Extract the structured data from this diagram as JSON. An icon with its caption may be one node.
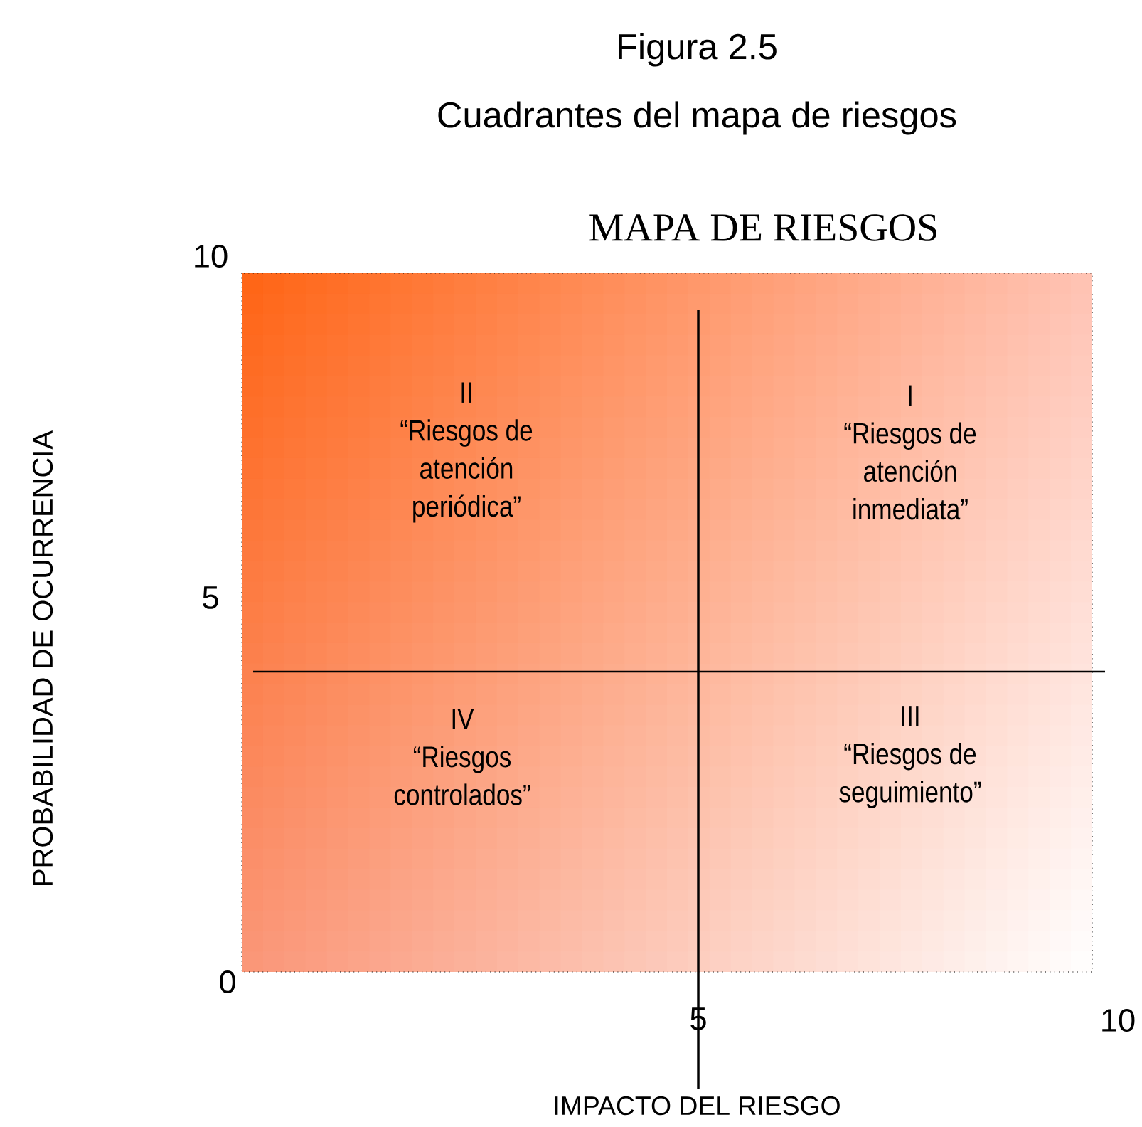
{
  "diagram": {
    "title": "Figura 2.5",
    "caption": "Cuadrantes del mapa de riesgos",
    "nodes": [
      {
        "text": [
          "II",
          "“Riesgos de atención periódica”"
        ]
      },
      {
        "text": [
          "I",
          "“Riesgos de atención inmediata”"
        ]
      },
      {
        "text": [
          "IV",
          "“Riesgos controlados”"
        ]
      },
      {
        "text": [
          "III",
          "“Riesgos de seguimiento”"
        ]
      }
    ],
    "labels": [
      "MAPA DE RIESGOS",
      "PROBABILIDAD DE OCURRENCIA",
      "10",
      "5",
      "0",
      "5",
      "10",
      "IMPACTO DEL RIESGO"
    ]
  }
}
